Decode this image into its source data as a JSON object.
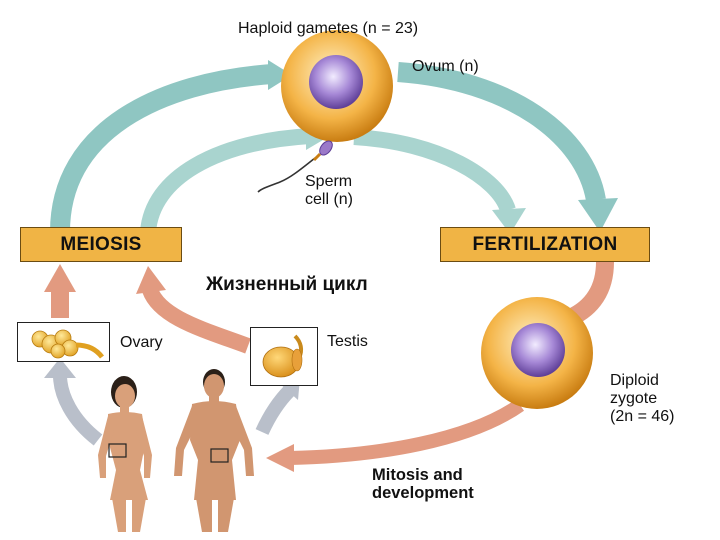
{
  "title": "Haploid gametes (n = 23)",
  "ovum_label": "Ovum (n)",
  "sperm_label": "Sperm\ncell (n)",
  "meiosis_label": "MEIOSIS",
  "fertilization_label": "FERTILIZATION",
  "center_label": "Жизненный цикл",
  "ovary_label": "Ovary",
  "testis_label": "Testis",
  "zygote_label": "Diploid\nzygote\n(2n = 46)",
  "mitosis_label": "Mitosis and\ndevelopment",
  "colors": {
    "outer_arrow": "#8fc6c2",
    "inner_arrow": "#a9d4cf",
    "lower_arrow": "#e29a80",
    "box_fill": "#f0b445",
    "cell_body": "#f2a93b",
    "nucleus": "#9b79c9",
    "up_arrow": "#b9bfca"
  }
}
